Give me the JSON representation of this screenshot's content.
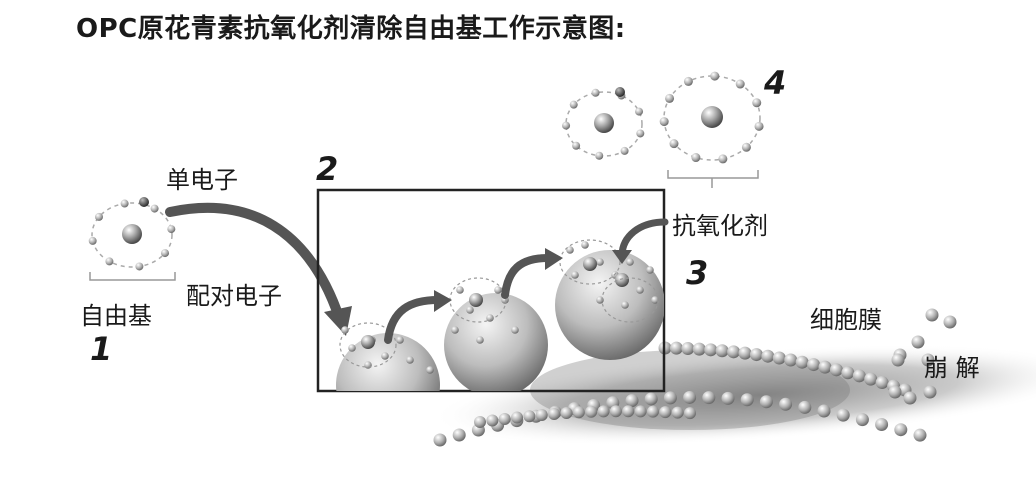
{
  "title": "OPC原花青素抗氧化剂清除自由基工作示意图:",
  "labels": {
    "single_electron": "单电子",
    "paired_electron": "配对电子",
    "free_radical": "自由基",
    "antioxidant": "抗氧化剂",
    "cell_membrane": "细胞膜",
    "collapse": "崩 解"
  },
  "steps": [
    "1",
    "2",
    "3",
    "4"
  ]
}
